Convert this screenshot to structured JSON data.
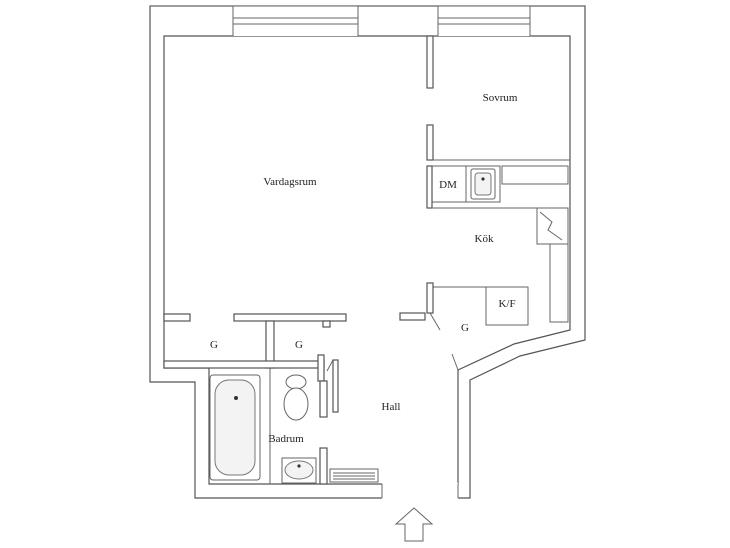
{
  "rooms": {
    "vardagsrum": "Vardagsrum",
    "sovrum": "Sovrum",
    "dm": "DM",
    "kok": "Kök",
    "kf": "K/F",
    "g_kitchen": "G",
    "g_left": "G",
    "g_middle": "G",
    "hall": "Hall",
    "badrum": "Badrum"
  },
  "icons": {
    "entrance": "entrance-arrow-icon"
  }
}
